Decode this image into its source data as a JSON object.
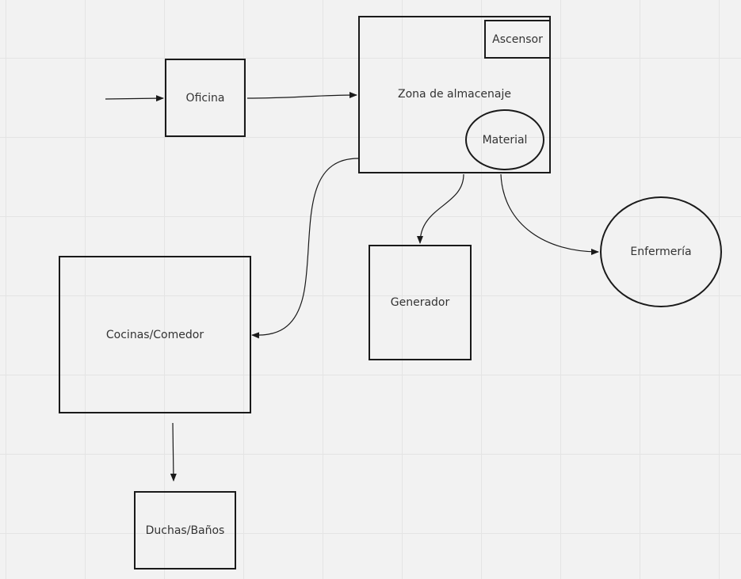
{
  "nodes": {
    "oficina": "Oficina",
    "almacen": "Zona de almacenaje",
    "ascensor": "Ascensor",
    "material": "Material",
    "generador": "Generador",
    "enfermeria": "Enfermería",
    "cocinas": "Cocinas/Comedor",
    "duchas": "Duchas/Baños"
  },
  "connections": [
    {
      "from": "",
      "to": "oficina"
    },
    {
      "from": "oficina",
      "to": "almacen"
    },
    {
      "from": "almacen",
      "to": "cocinas"
    },
    {
      "from": "almacen",
      "to": "generador"
    },
    {
      "from": "almacen",
      "to": "enfermeria"
    },
    {
      "from": "cocinas",
      "to": "duchas"
    }
  ],
  "colors": {
    "background": "#f2f2f2",
    "grid": "#e4e4e4",
    "stroke": "#1a1a1a",
    "text": "#333333"
  }
}
